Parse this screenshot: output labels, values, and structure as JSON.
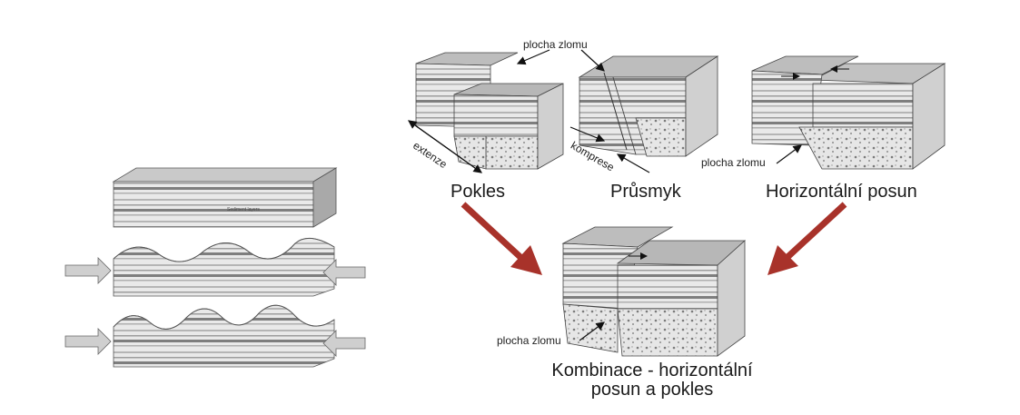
{
  "left_panel": {
    "sediment_label": "Sediment layers"
  },
  "panels": {
    "pokles": {
      "caption": "Pokles",
      "fault_label": "plocha zlomu",
      "arrow_label": "extenze"
    },
    "prusmyk": {
      "caption": "Průsmyk",
      "arrow_label": "komprese"
    },
    "horizontal": {
      "caption": "Horizontální posun",
      "fault_label": "plocha zlomu"
    },
    "combined": {
      "caption_line1": "Kombinace - horizontální",
      "caption_line2": "posun a pokles",
      "fault_label": "plocha zlomu"
    }
  },
  "colors": {
    "arrow": "#a8322a",
    "block_top": "#bcbcbc",
    "block_side": "#e8e8e8",
    "rock": "#d4d4d4"
  }
}
